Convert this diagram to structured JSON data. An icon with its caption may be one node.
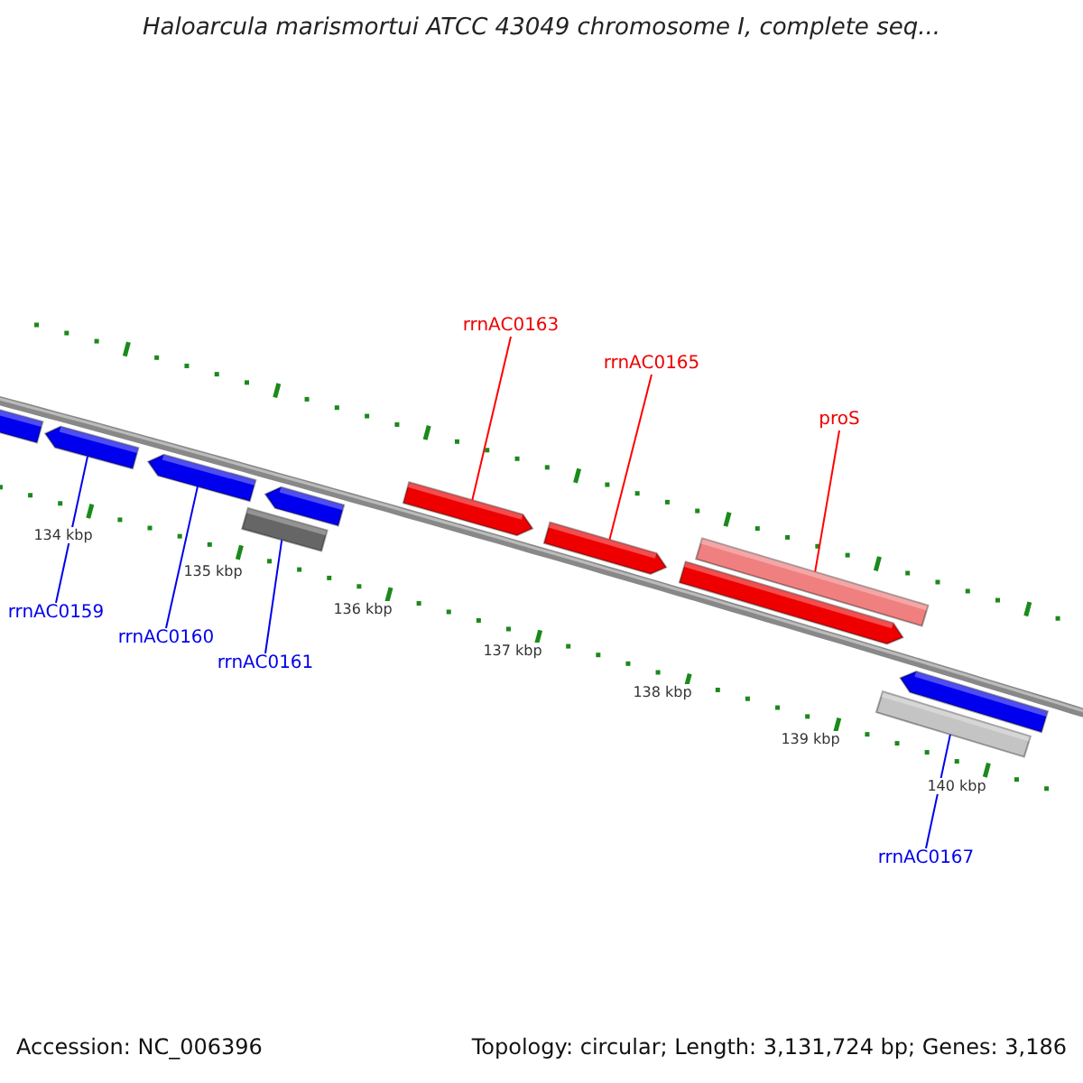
{
  "diagram": {
    "title": "Haloarcula marismortui ATCC 43049 chromosome I, complete seq...",
    "nodes": [
      {
        "text": [
          "rrnAC0163"
        ]
      },
      {
        "text": [
          "rrnAC0165"
        ]
      },
      {
        "text": [
          "proS"
        ]
      },
      {
        "text": [
          "rrnAC0159"
        ]
      },
      {
        "text": [
          "rrnAC0160"
        ]
      },
      {
        "text": [
          "rrnAC0161"
        ]
      },
      {
        "text": [
          "rrnAC0167"
        ]
      },
      {
        "text": [],
        "shape": "arrow"
      },
      {
        "text": [],
        "shape": "arrow"
      },
      {
        "text": [],
        "shape": "arrow"
      },
      {
        "text": [],
        "shape": "bar"
      },
      {
        "text": [],
        "shape": "arrow"
      },
      {
        "text": [],
        "shape": "arrow"
      },
      {
        "text": [],
        "shape": "arrow"
      },
      {
        "text": [],
        "shape": "arrow"
      },
      {
        "text": [],
        "shape": "bar"
      },
      {
        "text": [],
        "shape": "bar"
      },
      {
        "text": [],
        "shape": "arrow"
      }
    ],
    "edges": [
      {
        "from": 0,
        "to": 12,
        "arrow": "none",
        "color": "#ff0000"
      },
      {
        "from": 1,
        "to": 13,
        "arrow": "none",
        "color": "#ff0000"
      },
      {
        "from": 2,
        "to": 15,
        "arrow": "none",
        "color": "#ff0000"
      },
      {
        "from": 3,
        "to": 8,
        "arrow": "none"
      },
      {
        "from": 4,
        "to": 9,
        "arrow": "none"
      },
      {
        "from": 5,
        "to": 10,
        "arrow": "none"
      },
      {
        "from": 6,
        "to": 16,
        "arrow": "none"
      }
    ],
    "labels": [
      "134 kbp",
      "135 kbp",
      "136 kbp",
      "137 kbp",
      "138 kbp",
      "139 kbp",
      "140 kbp",
      "Accession: NC_006396",
      "Topology: circular; Length: 3,131,724 bp; Genes: 3,186"
    ]
  }
}
